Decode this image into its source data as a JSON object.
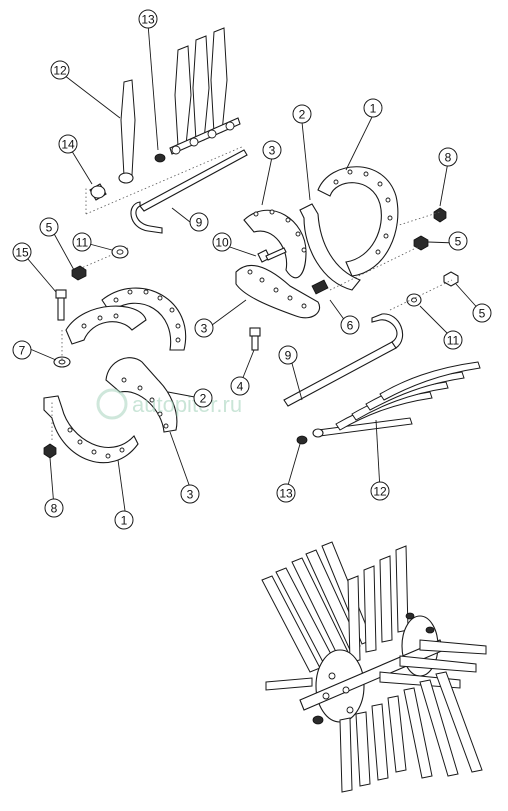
{
  "callouts": [
    "1",
    "1",
    "2",
    "2",
    "3",
    "3",
    "3",
    "4",
    "5",
    "5",
    "5",
    "6",
    "7",
    "8",
    "8",
    "9",
    "9",
    "10",
    "11",
    "11",
    "12",
    "12",
    "13",
    "13",
    "14",
    "15"
  ],
  "watermark": {
    "text": "autopiter.ru"
  },
  "colors": {
    "line": "#1a1a1a",
    "background": "#ffffff",
    "watermark": "#9fd0b8"
  }
}
